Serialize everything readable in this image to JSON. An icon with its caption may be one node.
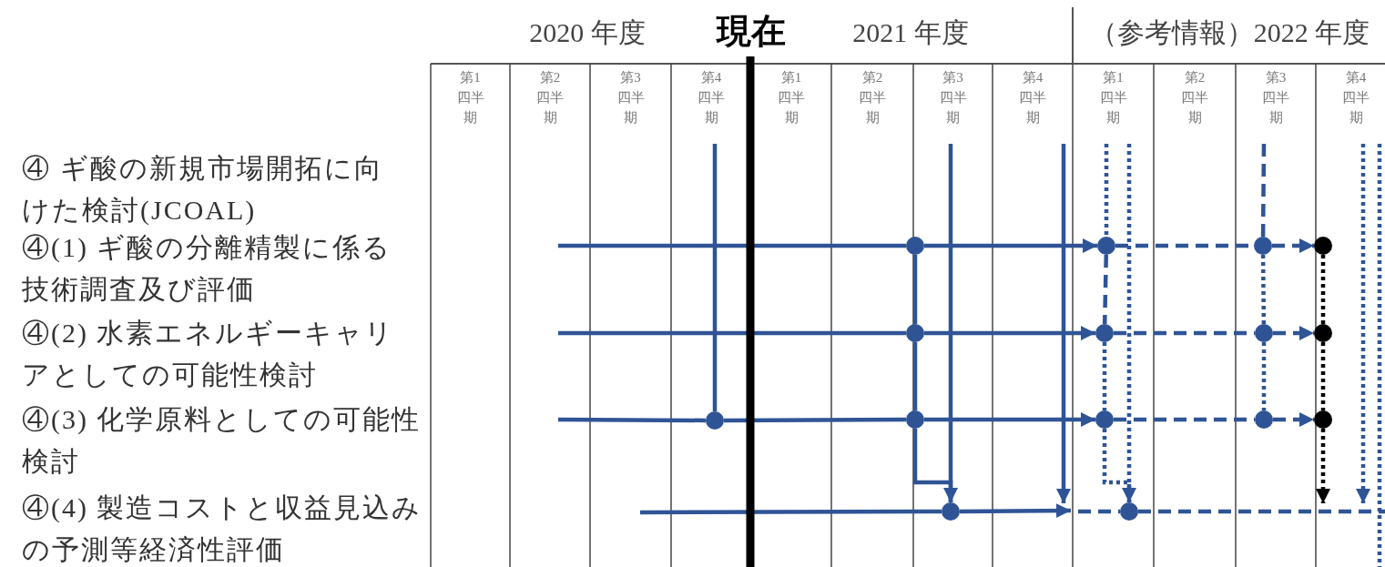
{
  "diagram": {
    "nodes": [
      {
        "text": [
          "④ ギ酸の新規市場開拓に向けた検討(JCOAL)"
        ]
      },
      {
        "text": [
          "④(1) ギ酸の分離精製に係る技術調査及び評価"
        ]
      },
      {
        "text": [
          "④(2) 水素エネルギーキャリアとしての可能性検討"
        ]
      },
      {
        "text": [
          "④(3) 化学原料としての可能性検討"
        ]
      },
      {
        "text": [
          "④(4) 製造コストと収益見込みの予測等経済性評価"
        ]
      },
      {
        "text": [],
        "shape": "circle"
      },
      {
        "text": [],
        "shape": "circle"
      },
      {
        "text": [],
        "shape": "circle"
      },
      {
        "text": [],
        "shape": "circle"
      },
      {
        "text": [],
        "shape": "circle"
      },
      {
        "text": [],
        "shape": "circle"
      },
      {
        "text": [],
        "shape": "circle"
      },
      {
        "text": [],
        "shape": "circle"
      },
      {
        "text": [],
        "shape": "circle"
      },
      {
        "text": [],
        "shape": "circle"
      },
      {
        "text": [],
        "shape": "circle"
      },
      {
        "text": [],
        "shape": "circle"
      },
      {
        "text": [],
        "shape": "circle"
      },
      {
        "text": [],
        "shape": "circle"
      },
      {
        "text": [],
        "shape": "circle"
      }
    ],
    "edges": [
      {
        "from": null,
        "to": 6,
        "arrow": "none"
      },
      {
        "from": 6,
        "to": 10,
        "arrow": "to"
      },
      {
        "from": 10,
        "to": 14,
        "arrow": "none",
        "style": "dashed"
      },
      {
        "from": 14,
        "to": 17,
        "arrow": "to",
        "style": "dashed"
      },
      {
        "from": null,
        "to": 7,
        "arrow": "none"
      },
      {
        "from": 7,
        "to": 11,
        "arrow": "to"
      },
      {
        "from": 11,
        "to": 15,
        "arrow": "none",
        "style": "dashed"
      },
      {
        "from": 15,
        "to": 18,
        "arrow": "to",
        "style": "dashed"
      },
      {
        "from": null,
        "to": 5,
        "arrow": "none"
      },
      {
        "from": 5,
        "to": 8,
        "arrow": "none"
      },
      {
        "from": 8,
        "to": 12,
        "arrow": "to"
      },
      {
        "from": 12,
        "to": 16,
        "arrow": "none",
        "style": "dashed"
      },
      {
        "from": 16,
        "to": 19,
        "arrow": "to",
        "style": "dashed"
      },
      {
        "from": null,
        "to": 9,
        "arrow": "none"
      },
      {
        "from": 9,
        "to": null,
        "arrow": "to"
      },
      {
        "from": null,
        "to": 13,
        "arrow": "none",
        "style": "dashed"
      },
      {
        "from": 13,
        "to": null,
        "arrow": "none",
        "style": "dashed"
      },
      {
        "from": null,
        "to": 5,
        "arrow": "none"
      },
      {
        "from": 6,
        "to": 7,
        "arrow": "none"
      },
      {
        "from": 7,
        "to": 8,
        "arrow": "none"
      },
      {
        "from": 8,
        "to": 9,
        "arrow": "to"
      },
      {
        "from": null,
        "to": 9,
        "arrow": "none"
      },
      {
        "from": null,
        "to": 10,
        "arrow": "none",
        "style": "dashed"
      },
      {
        "from": 10,
        "to": 11,
        "arrow": "none",
        "style": "dashed"
      },
      {
        "from": 11,
        "to": 12,
        "arrow": "none",
        "style": "dashed"
      },
      {
        "from": 12,
        "to": 13,
        "arrow": "to",
        "style": "dashed"
      },
      {
        "from": null,
        "to": 13,
        "arrow": "none",
        "style": "dashed"
      },
      {
        "from": null,
        "to": 14,
        "arrow": "none",
        "style": "dashed"
      },
      {
        "from": 14,
        "to": 15,
        "arrow": "none",
        "style": "dashed"
      },
      {
        "from": 15,
        "to": 16,
        "arrow": "none",
        "style": "dashed"
      },
      {
        "from": 17,
        "to": 18,
        "arrow": "none",
        "style": "dashed",
        "color": "#000000"
      },
      {
        "from": 18,
        "to": 19,
        "arrow": "none",
        "style": "dashed",
        "color": "#000000"
      },
      {
        "from": 19,
        "to": null,
        "arrow": "to",
        "style": "dashed",
        "color": "#000000"
      }
    ],
    "labels": [
      "2020 年度",
      "現在",
      "2021 年度",
      "（参考情報）2022 年度",
      "第1四半期",
      "第2四半期",
      "第3四半期",
      "第4四半期",
      "第1四半期",
      "第2四半期",
      "第3四半期",
      "第4四半期",
      "第1四半期",
      "第2四半期",
      "第3四半期",
      "第4四半期"
    ]
  }
}
